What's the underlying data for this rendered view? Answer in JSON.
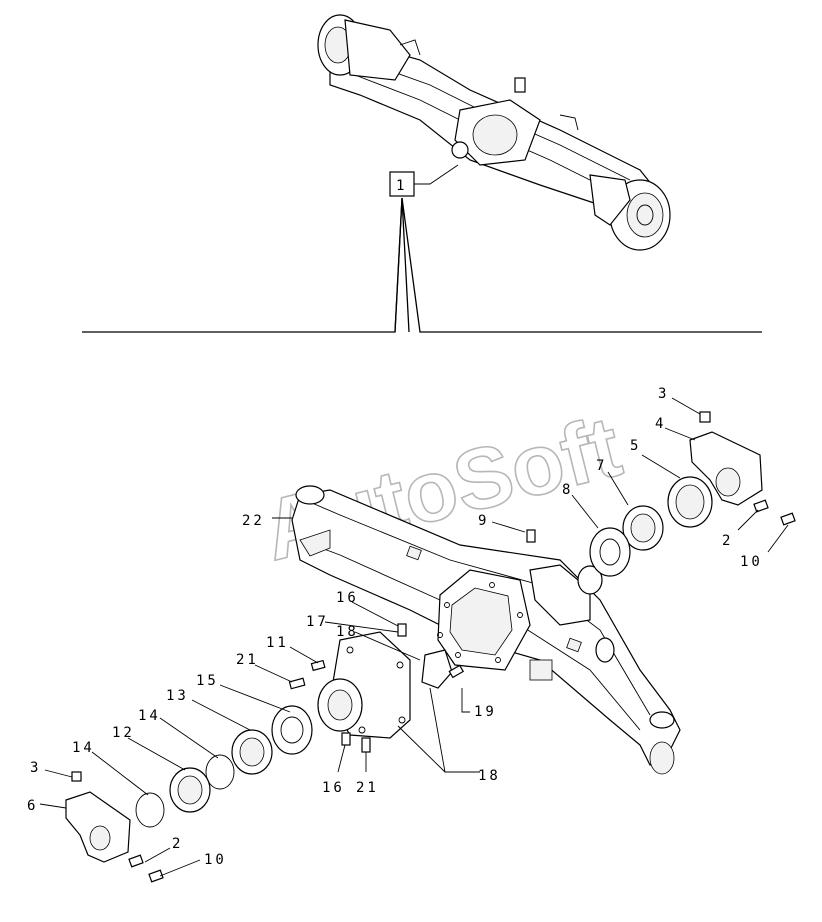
{
  "watermark": "AutoSoft",
  "ref_box": "1",
  "callouts": [
    {
      "id": "c-3a",
      "text": "3"
    },
    {
      "id": "c-4",
      "text": "4"
    },
    {
      "id": "c-5",
      "text": "5"
    },
    {
      "id": "c-7",
      "text": "7"
    },
    {
      "id": "c-8",
      "text": "8"
    },
    {
      "id": "c-9",
      "text": "9"
    },
    {
      "id": "c-22",
      "text": "22"
    },
    {
      "id": "c-2a",
      "text": "2"
    },
    {
      "id": "c-10a",
      "text": "10"
    },
    {
      "id": "c-16a",
      "text": "16"
    },
    {
      "id": "c-17",
      "text": "17"
    },
    {
      "id": "c-18a",
      "text": "18"
    },
    {
      "id": "c-11",
      "text": "11"
    },
    {
      "id": "c-21a",
      "text": "21"
    },
    {
      "id": "c-15",
      "text": "15"
    },
    {
      "id": "c-13",
      "text": "13"
    },
    {
      "id": "c-14a",
      "text": "14"
    },
    {
      "id": "c-12",
      "text": "12"
    },
    {
      "id": "c-14b",
      "text": "14"
    },
    {
      "id": "c-3b",
      "text": "3"
    },
    {
      "id": "c-6",
      "text": "6"
    },
    {
      "id": "c-19",
      "text": "19"
    },
    {
      "id": "c-16b",
      "text": "16"
    },
    {
      "id": "c-21b",
      "text": "21"
    },
    {
      "id": "c-18b",
      "text": "18"
    },
    {
      "id": "c-2b",
      "text": "2"
    },
    {
      "id": "c-10b",
      "text": "10"
    }
  ]
}
